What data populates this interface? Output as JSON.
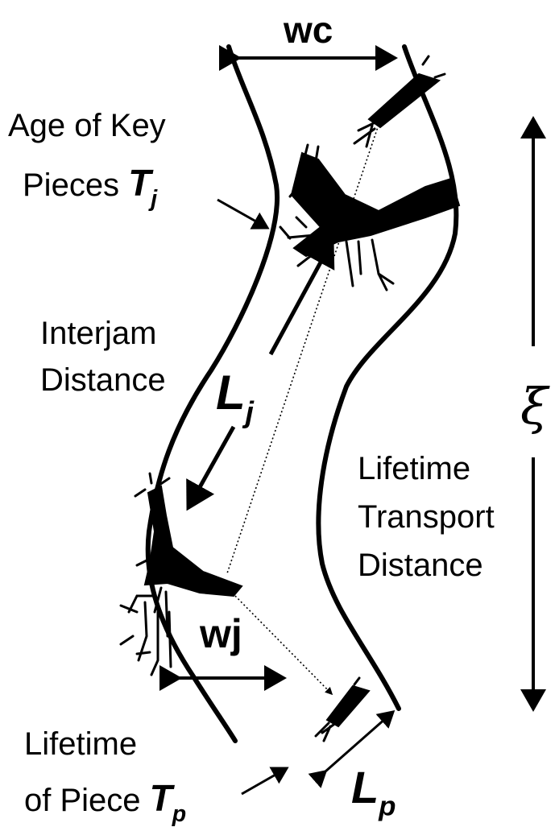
{
  "labels": {
    "wc": "wc",
    "age_line1": "Age of Key",
    "age_line2": "Pieces",
    "tj_symbol": "T",
    "tj_sub": "j",
    "interjam_line1": "Interjam",
    "interjam_line2": "Distance",
    "lj_symbol": "L",
    "lj_sub": "j",
    "xi": "ξ",
    "lifetime_line1": "Lifetime",
    "lifetime_line2": "Transport",
    "lifetime_line3": "Distance",
    "wj": "wj",
    "piece_line1": "Lifetime",
    "piece_line2": "of Piece",
    "tp_symbol": "T",
    "tp_sub": "p",
    "lp_symbol": "L",
    "lp_sub": "p"
  }
}
